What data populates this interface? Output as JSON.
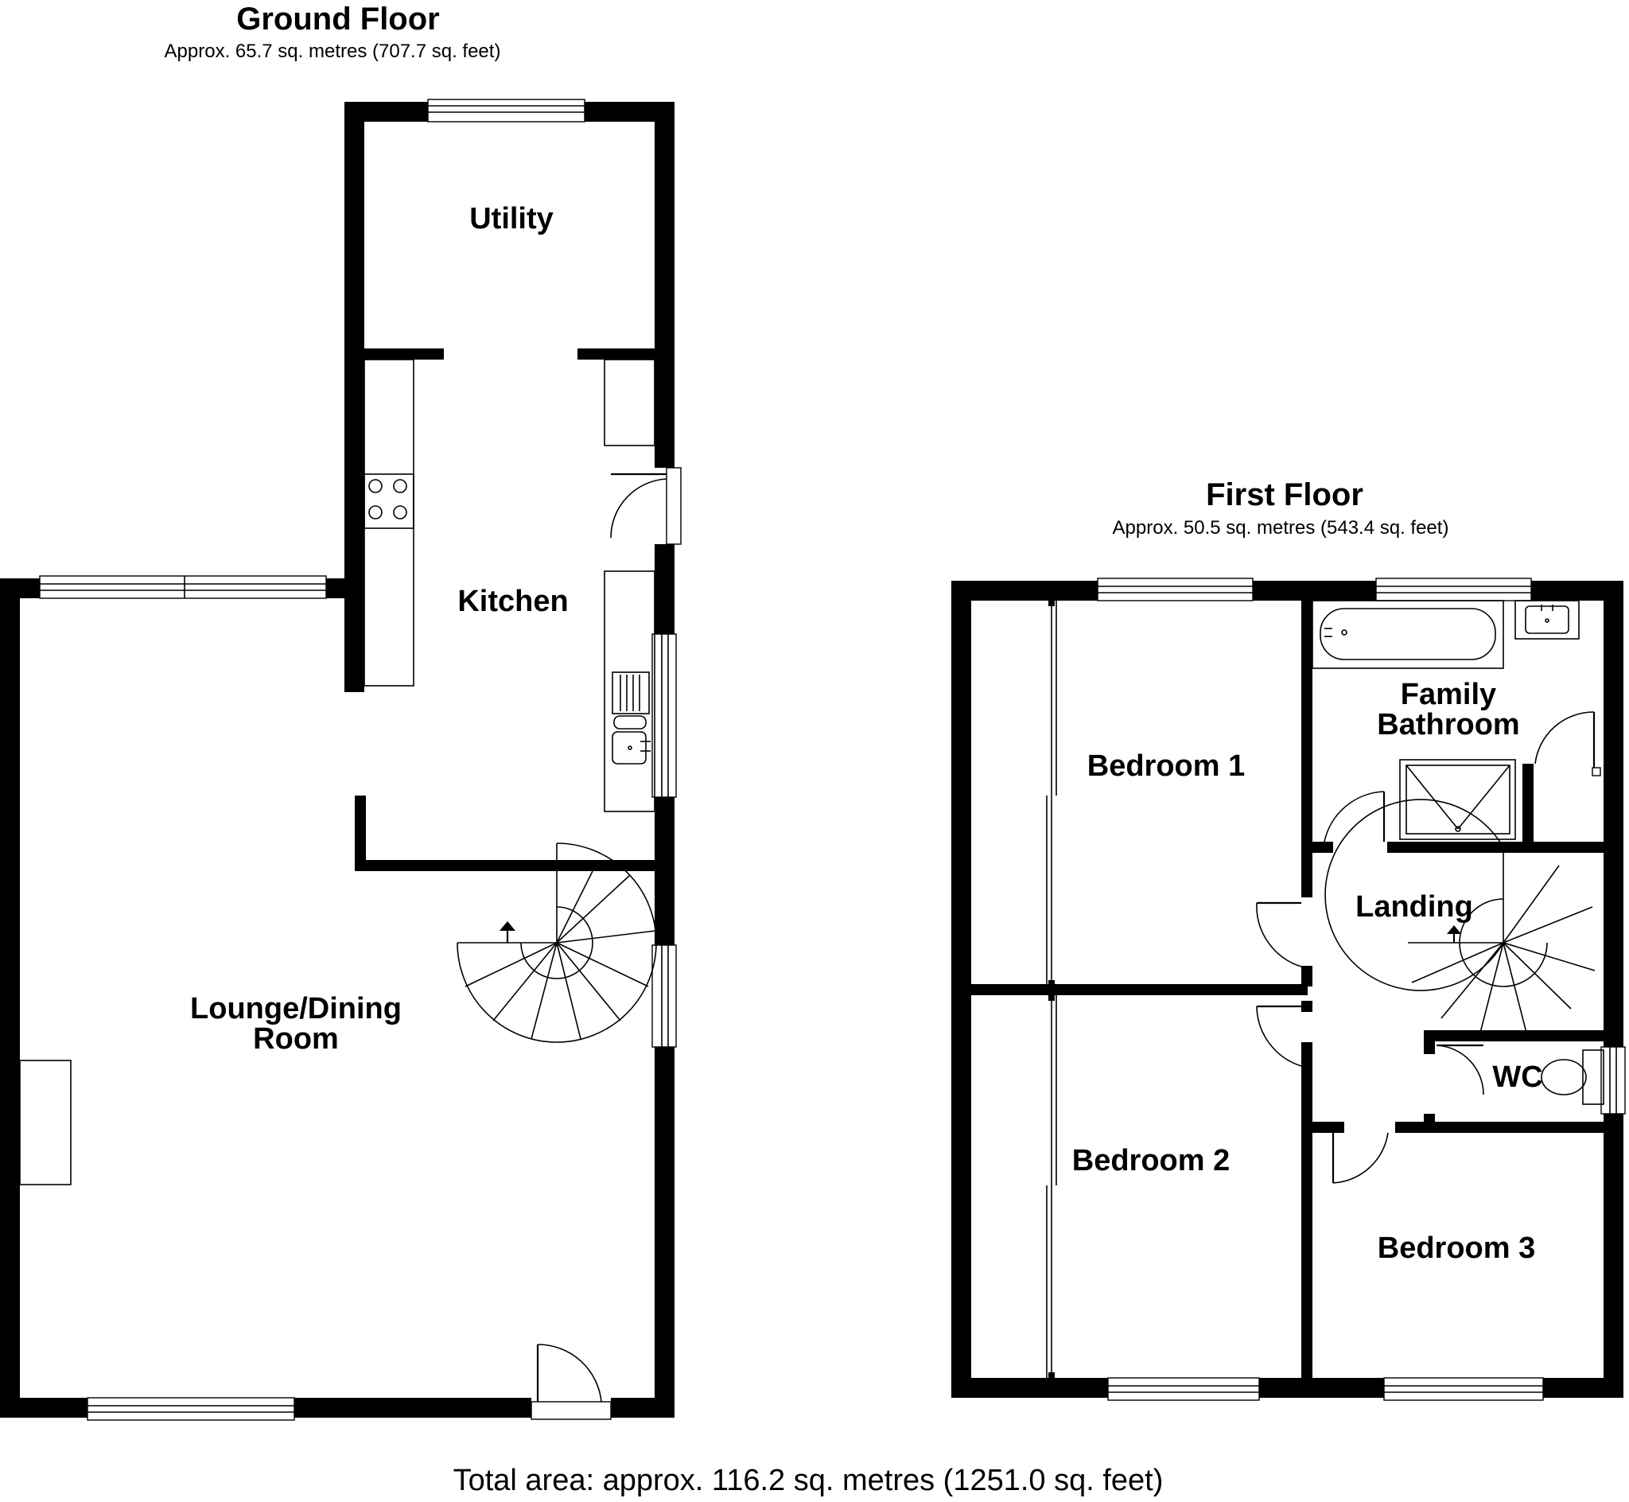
{
  "ground_floor": {
    "title": "Ground Floor",
    "area": "Approx. 65.7 sq. metres (707.7 sq. feet)",
    "rooms": {
      "utility": "Utility",
      "kitchen": "Kitchen",
      "lounge_line1": "Lounge/Dining",
      "lounge_line2": "Room"
    }
  },
  "first_floor": {
    "title": "First Floor",
    "area": "Approx. 50.5 sq. metres (543.4 sq. feet)",
    "rooms": {
      "bathroom_line1": "Family",
      "bathroom_line2": "Bathroom",
      "bedroom1": "Bedroom 1",
      "bedroom2": "Bedroom 2",
      "bedroom3": "Bedroom 3",
      "landing": "Landing",
      "wc": "WC"
    }
  },
  "total_area": "Total area: approx. 116.2 sq. metres (1251.0 sq. feet)"
}
